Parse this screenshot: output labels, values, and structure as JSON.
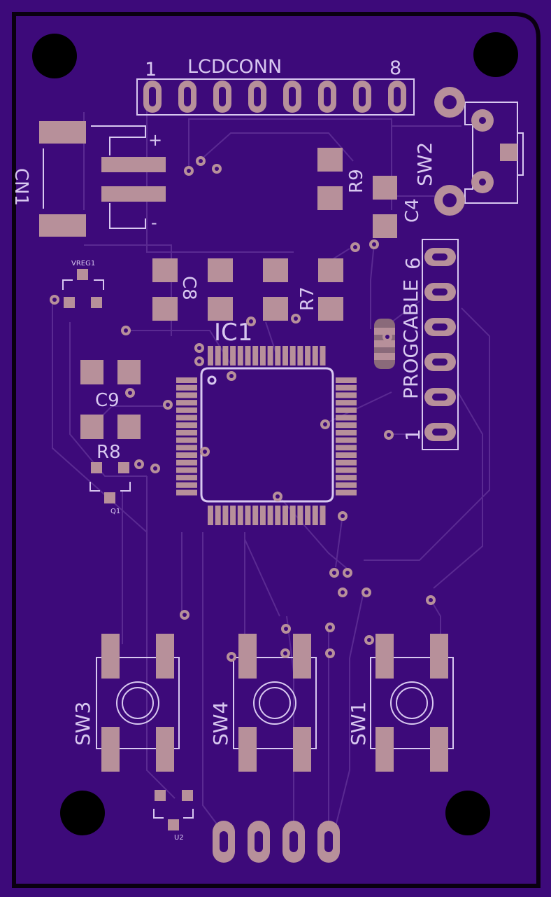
{
  "colors": {
    "board": "#3d0a7a",
    "edge": "#0a0010",
    "pad": "#b7909a",
    "silk": "#d8c8f0",
    "trace": "#5a2a92",
    "hole": "#000000"
  },
  "labels": {
    "lcd_conn": "LCDCONN",
    "lcd_pin_first": "1",
    "lcd_pin_last": "8",
    "cn1": "CN1",
    "plus": "+",
    "minus": "-",
    "sw2": "SW2",
    "r9": "R9",
    "c4": "C4",
    "vreg1": "VREG1",
    "c8": "C8",
    "r7": "R7",
    "ic1": "IC1",
    "progcable": "PROGCABLE",
    "prog_pin_first": "1",
    "prog_pin_last": "6",
    "c9": "C9",
    "r8": "R8",
    "q1": "Q1",
    "sw3": "SW3",
    "sw4": "SW4",
    "sw1": "SW1",
    "u2": "U2"
  }
}
